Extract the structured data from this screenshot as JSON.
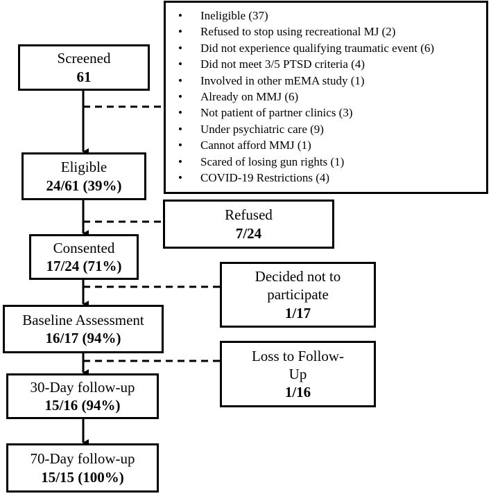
{
  "main_flow": [
    {
      "id": "screened",
      "label": "Screened",
      "value": "61"
    },
    {
      "id": "eligible",
      "label": "Eligible",
      "value": "24/61 (39%)"
    },
    {
      "id": "consented",
      "label": "Consented",
      "value": "17/24 (71%)"
    },
    {
      "id": "baseline",
      "label": "Baseline Assessment",
      "value": "16/17 (94%)"
    },
    {
      "id": "followup30",
      "label": "30-Day follow-up",
      "value": "15/16 (94%)"
    },
    {
      "id": "followup70",
      "label": "70-Day follow-up",
      "value": "15/15 (100%)"
    }
  ],
  "exclusions": {
    "items": [
      "Ineligible (37)",
      "Refused to stop using recreational MJ (2)",
      "Did not experience qualifying traumatic event (6)",
      "Did not meet 3/5 PTSD criteria (4)",
      "Involved in other mEMA study (1)",
      "Already on MMJ (6)",
      "Not patient of partner clinics (3)",
      "Under psychiatric care (9)",
      "Cannot afford MMJ (1)",
      "Scared of losing gun rights (1)",
      "COVID-19 Restrictions (4)"
    ]
  },
  "side_boxes": {
    "refused": {
      "label": "Refused",
      "value": "7/24"
    },
    "decided_not": {
      "label_line1": "Decided not to",
      "label_line2": "participate",
      "value": "1/17"
    },
    "loss": {
      "label_line1": "Loss to Follow-",
      "label_line2": "Up",
      "value": "1/16"
    }
  }
}
